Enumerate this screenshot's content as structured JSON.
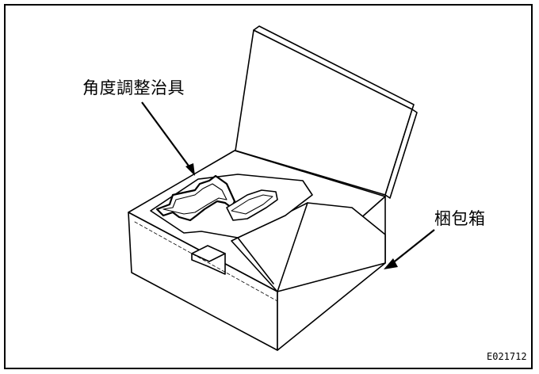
{
  "labels": {
    "jig": "角度調整治具",
    "box": "梱包箱",
    "figure_code": "E021712"
  }
}
